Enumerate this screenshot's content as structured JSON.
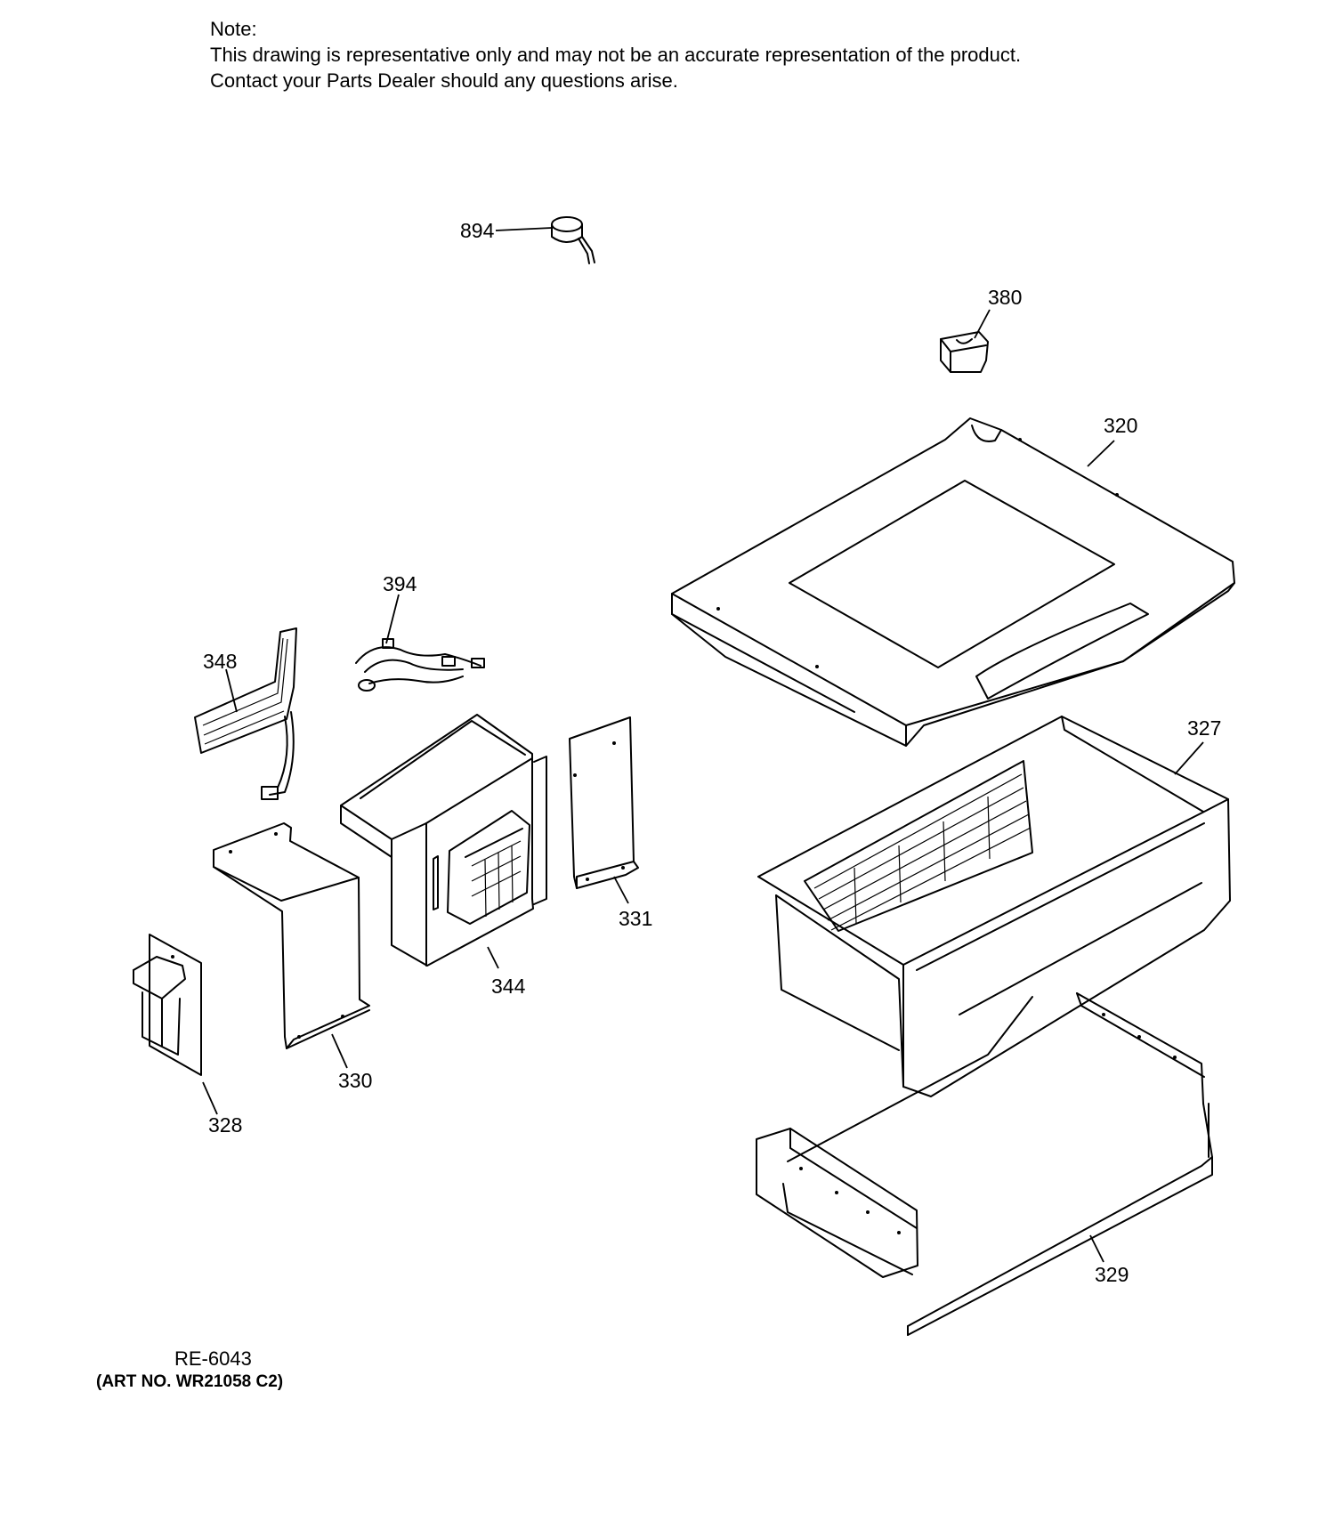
{
  "note": {
    "heading": "Note:",
    "line1": "This drawing is representative only and may not be an accurate representation of the product.",
    "line2": "Contact your Parts Dealer should any questions arise."
  },
  "callouts": {
    "p894": "894",
    "p380": "380",
    "p320": "320",
    "p394": "394",
    "p348": "348",
    "p327": "327",
    "p331": "331",
    "p344": "344",
    "p330": "330",
    "p328": "328",
    "p329": "329"
  },
  "footer": {
    "reference": "RE-6043",
    "art_number": "(ART NO. WR21058 C2)"
  }
}
